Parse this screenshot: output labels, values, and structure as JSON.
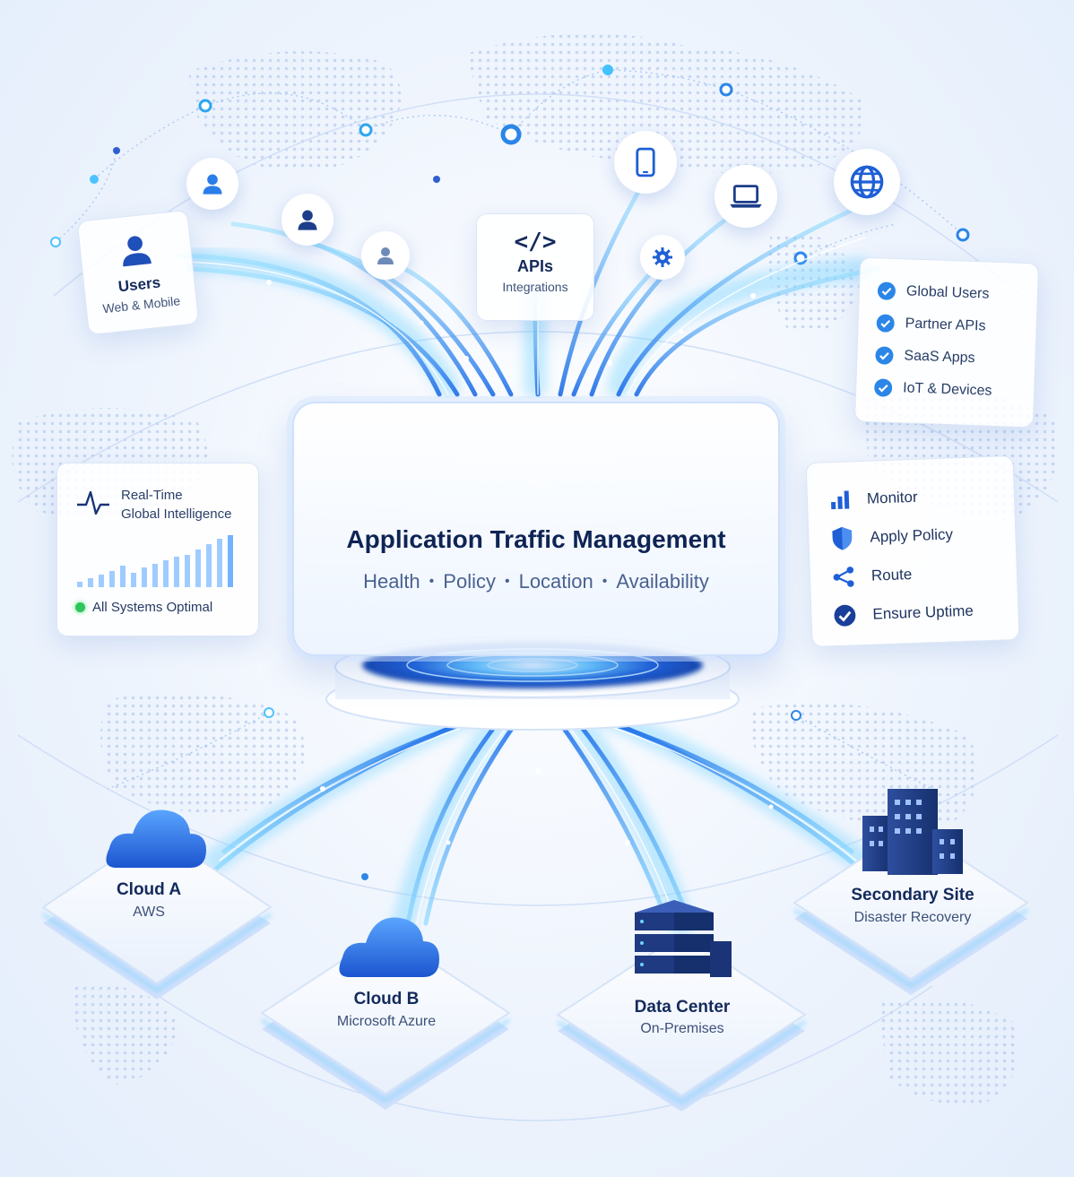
{
  "sources": {
    "users": {
      "title": "Users",
      "subtitle": "Web & Mobile"
    },
    "apis": {
      "title": "APIs",
      "subtitle": "Integrations",
      "glyph": "</>"
    }
  },
  "bubble_icons": [
    "user-icon",
    "user-icon",
    "user-icon",
    "phone-icon",
    "gear-icon",
    "laptop-icon",
    "globe-icon"
  ],
  "checklist": [
    "Global Users",
    "Partner APIs",
    "SaaS Apps",
    "IoT & Devices"
  ],
  "intelligence": {
    "title_line1": "Real-Time",
    "title_line2": "Global Intelligence",
    "status": "All Systems Optimal"
  },
  "process_steps": [
    {
      "icon": "bar-chart-icon",
      "label": "Monitor"
    },
    {
      "icon": "shield-icon",
      "label": "Apply Policy"
    },
    {
      "icon": "share-icon",
      "label": "Route"
    },
    {
      "icon": "check-circle-icon",
      "label": "Ensure Uptime"
    }
  ],
  "central": {
    "title": "Application Traffic Management",
    "pillars": [
      "Health",
      "Policy",
      "Location",
      "Availability"
    ]
  },
  "destinations": {
    "cloud_a": {
      "title": "Cloud A",
      "subtitle": "AWS"
    },
    "cloud_b": {
      "title": "Cloud B",
      "subtitle": "Microsoft Azure"
    },
    "data_center": {
      "title": "Data Center",
      "subtitle": "On-Premises"
    },
    "secondary": {
      "title": "Secondary Site",
      "subtitle": "Disaster Recovery"
    }
  },
  "colors": {
    "primary": "#1f5fd6",
    "navy": "#142a5c",
    "glow": "#4cc3ff",
    "status_green": "#2ec55a"
  }
}
